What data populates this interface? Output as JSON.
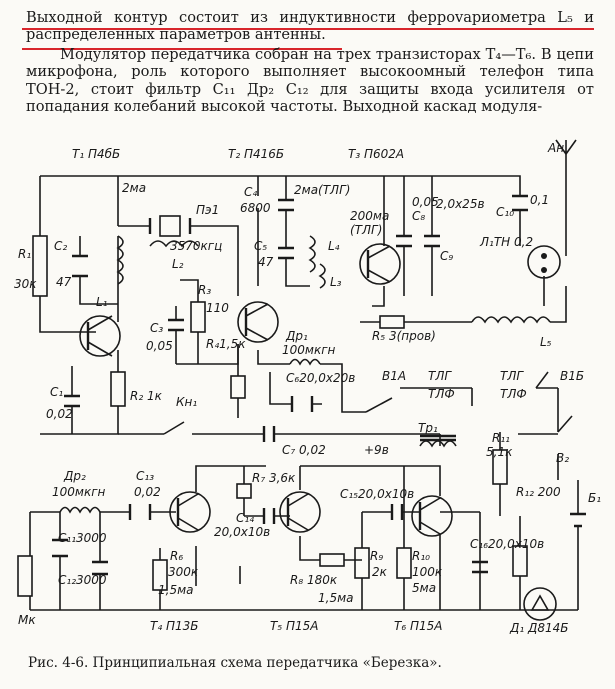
{
  "text": {
    "p1": "Выходной контур состоит из индуктивности феррovариометра L₅ и распределенных параметров антенны.",
    "p2": "Модулятор передатчика собран на трех транзисторах T₄—T₆. В цепи микрофона, роль которого выполняет высокоомный телефон типа ТОН-2, стоит фильтр C₁₁ Др₂ C₁₂ для защиты входа усилителя от попадания колебаний высокой частоты. Выходной каскад модуля-"
  },
  "caption": "Рис. 4-6. Принципиальная схема передатчика «Березка».",
  "schematic": {
    "labels": {
      "t1": "T₁ П4бБ",
      "t2": "T₂ П416Б",
      "t3": "T₃ П602А",
      "an": "Ан",
      "c2": "C₂",
      "c2v": "47",
      "r1": "R₁",
      "r1v": "30к",
      "ma2": "2ма",
      "pz1": "Пэ1",
      "pz1f": "3570кгц",
      "l1": "L₁",
      "l2": "L₂",
      "c4": "C₄",
      "c4v": "6800",
      "c5": "C₅",
      "c5v": "47",
      "ma2tlg": "2ма(ТЛГ)",
      "ma200": "200ма",
      "tlg1": "(ТЛГ)",
      "l4": "L₄",
      "l3": "L₃",
      "c8": "C₈",
      "c8v": "0,05",
      "c9": "C₉",
      "c9v": "2,0x25в",
      "c10": "C₁₀",
      "c10v": "0,1",
      "l1tn": "Л₁ТН 0,2",
      "r3": "R₃",
      "r3v": "110",
      "c3": "C₃",
      "c3v": "0,05",
      "r4": "R₄1,5к",
      "dr1": "Др₁",
      "dr1v": "100мкгн",
      "r5": "R₅ 3(пров)",
      "l5": "L₅",
      "c6": "C₆20,0x20в",
      "c1": "C₁",
      "c1v": "0,02",
      "r2": "R₂ 1к",
      "kn1": "Кн₁",
      "c7": "C₇ 0,02",
      "p9v": "+9в",
      "v1a": "В1А",
      "tlg_a": "ТЛГ",
      "tlf_a": "ТЛФ",
      "tlg_b": "ТЛГ",
      "tlf_b": "ТЛФ",
      "v1b": "В1Б",
      "tr1": "Тр₁",
      "dr2": "Др₂",
      "dr2v": "100мкгн",
      "c13": "C₁₃",
      "c13v": "0,02",
      "r7": "R₇ 3,6к",
      "c15": "C₁₅20,0x10в",
      "r11": "R₁₁",
      "r11v": "5,1к",
      "r12": "R₁₂ 200",
      "v2": "В₂",
      "b1": "Б₁",
      "c11": "C₁₁3000",
      "c12": "C₁₂3000",
      "r6": "R₆",
      "r6v": "300к",
      "ma15a": "1,5ма",
      "c14": "C₁₄",
      "c14v": "20,0x10в",
      "r8": "R₈ 180к",
      "ma15b": "1,5ма",
      "r9": "R₉",
      "r9v": "2к",
      "r10": "R₁₀",
      "r10v": "100к",
      "ma5": "5ма",
      "c16": "C₁₆20,0x10в",
      "mk": "Мк",
      "t4": "T₄ П13Б",
      "t5": "T₅ П15А",
      "t6": "T₆ П15А",
      "d1": "Д₁ Д814Б"
    }
  }
}
